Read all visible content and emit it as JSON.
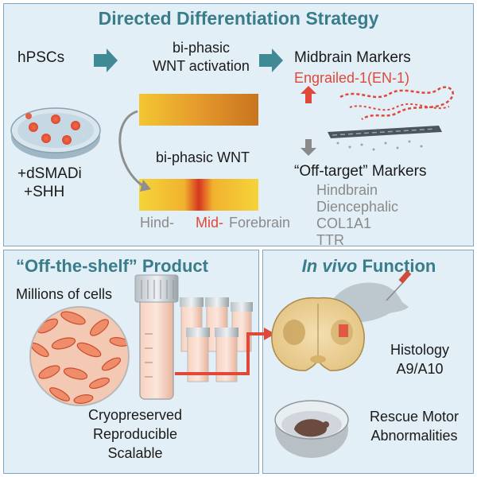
{
  "top": {
    "title": "Directed Differentiation Strategy",
    "hpscs": "hPSCs",
    "wnt_line1": "bi-phasic",
    "wnt_line2": "WNT activation",
    "midbrain_markers": "Midbrain Markers",
    "en1": "Engrailed-1(EN-1)",
    "dsmadi": "+dSMADi",
    "shh": "+SHH",
    "biphasic_wnt": "bi-phasic WNT",
    "hind": "Hind-",
    "mid": "Mid-",
    "fore": "Forebrain",
    "offtarget_title": "“Off-target” Markers",
    "offtarget_items": [
      "Hindbrain",
      "Diencephalic",
      "COL1A1",
      "TTR"
    ]
  },
  "bottom_left": {
    "title": "“Off-the-shelf” Product",
    "millions": "Millions of cells",
    "features": [
      "Cryopreserved",
      "Reproducible",
      "Scalable"
    ]
  },
  "bottom_right": {
    "title_italic": "In vivo",
    "title_rest": " Function",
    "histology": "Histology",
    "a9a10": "A9/A10",
    "rescue_line1": "Rescue Motor",
    "rescue_line2": "Abnormalities"
  },
  "colors": {
    "teal": "#3a7d8a",
    "panel_bg": "#e3eff6",
    "red": "#e0483a",
    "arrow_teal": "#3f8a95",
    "grey": "#8a8a8a"
  }
}
